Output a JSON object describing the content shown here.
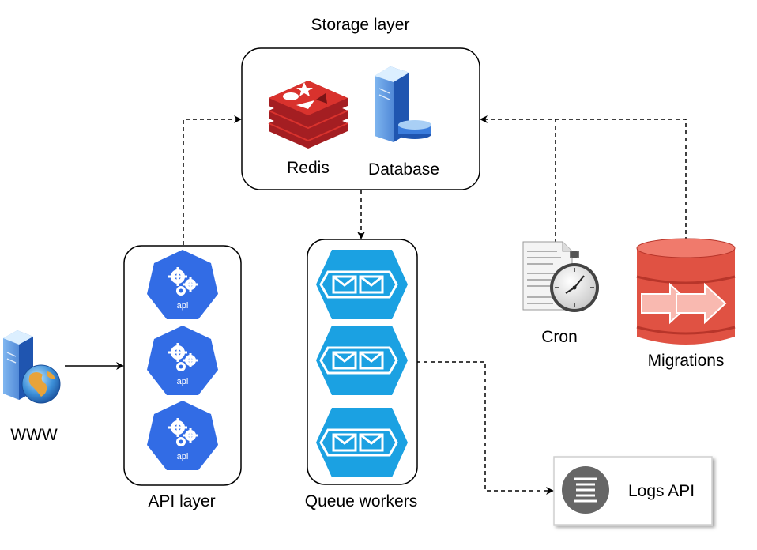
{
  "storage_layer": {
    "title": "Storage layer",
    "redis_label": "Redis",
    "database_label": "Database"
  },
  "api_layer": {
    "title": "API layer",
    "icon_text": "api",
    "icon_count": 3
  },
  "queue_workers": {
    "title": "Queue workers",
    "icon_count": 3
  },
  "www": {
    "label": "WWW"
  },
  "cron": {
    "label": "Cron"
  },
  "migrations": {
    "label": "Migrations"
  },
  "logs_api": {
    "label": "Logs API"
  },
  "colors": {
    "kube_blue": "#326ce5",
    "queue_cyan": "#1ba1e2",
    "redis_red": "#c0272d",
    "migrations_red": "#e05243",
    "logs_gray": "#666666",
    "database_blue": "#3b7ddd"
  }
}
